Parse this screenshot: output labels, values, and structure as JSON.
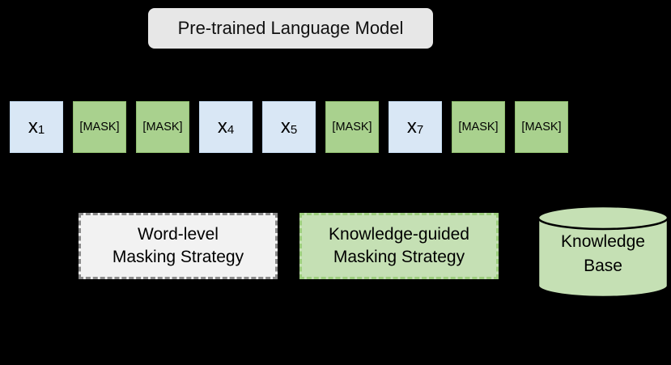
{
  "colors": {
    "background": "#000000",
    "plm_fill": "#e7e7e7",
    "token_word_fill": "#d9e7f5",
    "token_mask_fill": "#a9d18e",
    "word_strategy_fill": "#f2f2f2",
    "knowledge_strategy_fill": "#c5e0b4",
    "knowledge_base_fill": "#c5e0b4"
  },
  "plm": {
    "label": "Pre-trained Language Model"
  },
  "tokens": [
    {
      "base": "x",
      "sub": "1",
      "kind": "word"
    },
    {
      "base": "[MASK]",
      "sub": "",
      "kind": "mask"
    },
    {
      "base": "[MASK]",
      "sub": "",
      "kind": "mask"
    },
    {
      "base": "x",
      "sub": "4",
      "kind": "word"
    },
    {
      "base": "x",
      "sub": "5",
      "kind": "word"
    },
    {
      "base": "[MASK]",
      "sub": "",
      "kind": "mask"
    },
    {
      "base": "x",
      "sub": "7",
      "kind": "word"
    },
    {
      "base": "[MASK]",
      "sub": "",
      "kind": "mask"
    },
    {
      "base": "[MASK]",
      "sub": "",
      "kind": "mask"
    }
  ],
  "strategies": [
    {
      "line1": "Word-level",
      "line2": "Masking Strategy"
    },
    {
      "line1": "Knowledge-guided",
      "line2": "Masking Strategy"
    }
  ],
  "knowledge_base": {
    "line1": "Knowledge",
    "line2": "Base"
  }
}
